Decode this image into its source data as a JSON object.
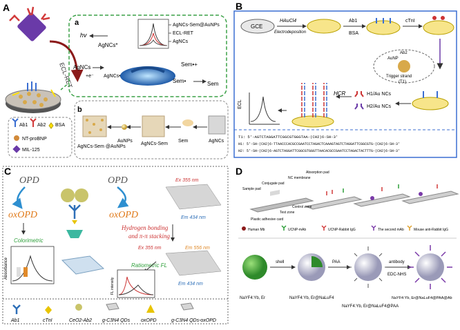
{
  "panelA": {
    "label": "A",
    "ecl_ret": "ECL-RET",
    "sub_a": "a",
    "sub_b": "b",
    "hv": "hv",
    "agncs_star": "AgNCs*",
    "agncs": "AgNCs",
    "agncs_dot_minus": "AgNCs•⁻",
    "plus_e": "+e⁻",
    "legend_curves": [
      "AgNCs-Sem@AuNPs",
      "ECL-RET",
      "AgNCs"
    ],
    "sem": "Sem",
    "sem_dot": "Sem•",
    "sem_dot_plus": "Sem•+",
    "ab1": "Ab1",
    "ab2": "Ab2",
    "bsa": "BSA",
    "ntprobnp": "NT-proBNP",
    "mil125": "MIL-125",
    "chain": [
      "AgNCs-Sem @AuNPs",
      "AuNPs",
      "AgNCs-Sem",
      "Sem",
      "AgNCs"
    ],
    "colors": {
      "border": "#7a7a7a",
      "green_dash": "#3aa046",
      "ab_red": "#d23a3a",
      "ab_blue": "#3a6ed2",
      "mof": "#6a3aa8"
    }
  },
  "panelB": {
    "label": "B",
    "gce": "GCE",
    "haucl4": "HAuCl4",
    "electrodeposition": "Electrodeposition",
    "ab1": "Ab1",
    "bsa": "BSA",
    "ctni": "cTnI",
    "aunp": "AuNP",
    "ab2": "Ab2",
    "trigger": "Trigger strand",
    "t1": "(T1)",
    "hcr": "HCR",
    "ecl": "ECL",
    "h1": "H1/Au NCs",
    "h2": "H2/Au NCs",
    "seq": [
      "T1: 5'-AGTCTAGGATTCGGCGTGGGTAA-(CH2)6-SH-3'",
      "H1: 5'-SH-(CH2)6-TTAACCCACGCCGAATCCTAGACTCAAAGTAGTCTAGGATTCGGCGTG-(CH2)6-SH-3'",
      "H2: 5'-SH-(CH2)6-AGTCTAGGATTCGGCGTGGGTTAACACGCCGAATCCTAGACTACTTTG-(CH2)6-SH-3'"
    ]
  },
  "panelC": {
    "label": "C",
    "opd": "OPD",
    "oxopd": "oxOPD",
    "colorimetric": "Colorimetric",
    "absorbance": "Absorbance",
    "ex1": "Ex 355 nm",
    "em1": "Em 434 nm",
    "hbond": "Hydrogen bonding",
    "pistack": "and π-π stacking",
    "ex2": "Ex 355 nm",
    "em2": "Em 556 nm",
    "em3": "Em 434 nm",
    "ratiometric": "Ratiometric FL",
    "fl_intensity": "FL intensity",
    "legend": [
      "Ab1",
      "cTnI",
      "CeO2-Ab2",
      "g-C3N4 QDs",
      "oxOPD",
      "g-C3N4 QDs-oxOPD"
    ]
  },
  "panelD": {
    "label": "D",
    "strip_labels": [
      "Sample pad",
      "Conjugate pad",
      "NC membrane",
      "Absorption pad",
      "Plastic adhesive card",
      "Test zone",
      "Control zone"
    ],
    "legend": [
      "Human Mb",
      "UCNP-mAb",
      "UCNP-Rabbit IgG",
      "The second mAb",
      "Mouse anti-Rabbit IgG"
    ],
    "steps": [
      "shell",
      "PAA",
      "antibody",
      "EDC-NHS"
    ],
    "products": [
      "NaYF4:Yb, Er",
      "NaYF4:Yb, Er@NaLuF4",
      "NaYF4:Yb, Er@NaLuF4@PAA",
      "NaYF4:Yb, Er@NaLuF4@PAA@Ab"
    ]
  }
}
